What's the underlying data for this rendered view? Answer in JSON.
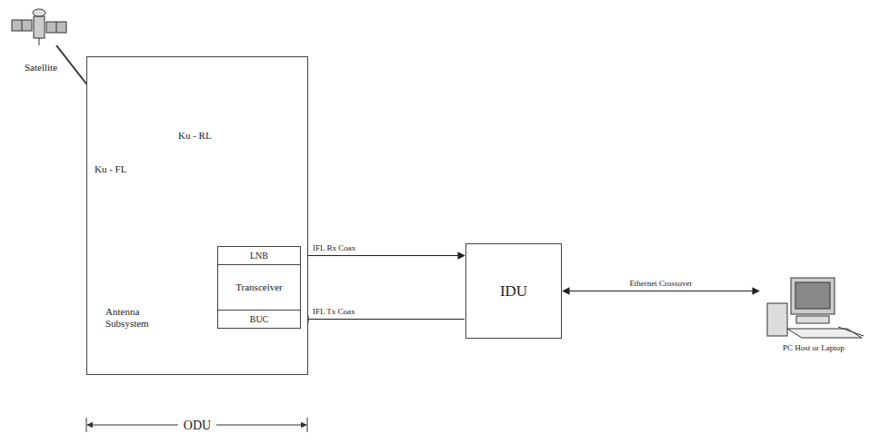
{
  "diagram": {
    "nodes": [
      {
        "text": [
          "Satellite"
        ]
      },
      {
        "text": [
          "ODU"
        ]
      },
      {
        "text": [
          "LNB"
        ],
        "in": 1
      },
      {
        "text": [
          "Transceiver"
        ],
        "in": 1
      },
      {
        "text": [
          "BUC"
        ],
        "in": 1
      },
      {
        "text": [
          "IDU"
        ]
      },
      {
        "text": [
          "PC Host or Laptop"
        ]
      }
    ],
    "edges": [
      {
        "from": 2,
        "to": 5,
        "label": "IFL Rx Coax",
        "arrow": "to"
      },
      {
        "from": 5,
        "to": 4,
        "label": "IFL Tx Coax",
        "arrow": "to"
      },
      {
        "from": 5,
        "to": 6,
        "label": "Ethernet Crossover",
        "arrow": "both"
      }
    ],
    "labels": [
      "Ku - RL",
      "Ku - FL",
      "Antenna Subsystem"
    ]
  }
}
